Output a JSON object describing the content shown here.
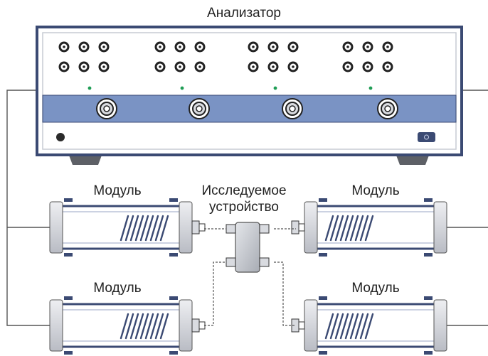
{
  "analyzer": {
    "label": "Анализатор",
    "port_count": 4
  },
  "modules": [
    {
      "label": "Модуль",
      "position": "top-left"
    },
    {
      "label": "Модуль",
      "position": "top-right"
    },
    {
      "label": "Модуль",
      "position": "bottom-left"
    },
    {
      "label": "Модуль",
      "position": "bottom-right"
    }
  ],
  "dut": {
    "label_line1": "Исследуемое",
    "label_line2": "устройство"
  },
  "colors": {
    "panel_blue": "#7a93c4",
    "frame_navy": "#3b4a73",
    "led_green": "#1f9d55",
    "foot_grey": "#5d6066",
    "cap_grey": "#d9dbe0"
  }
}
